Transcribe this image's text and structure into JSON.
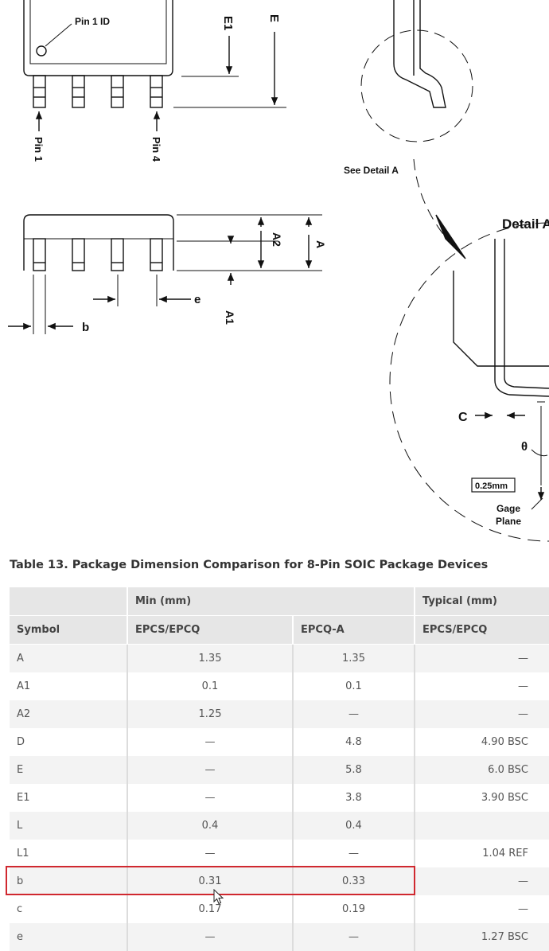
{
  "drawing": {
    "labels": {
      "pin1_id": "Pin 1 ID",
      "e1": "E1",
      "e": "E",
      "pin1": "Pin 1",
      "pin4": "Pin 4",
      "see_detail": "See Detail A",
      "detail": "Detail A",
      "a2": "A2",
      "a": "A",
      "a1": "A1",
      "e_small": "e",
      "b": "b",
      "c": "C",
      "theta": "θ",
      "gage_dim": "0.25mm",
      "gage1": "Gage",
      "gage2": "Plane"
    }
  },
  "table": {
    "title": "Table 13.  Package Dimension Comparison for 8-Pin SOIC Package Devices",
    "group_headers": {
      "min": "Min (mm)",
      "typical": "Typical (mm)"
    },
    "headers": {
      "symbol": "Symbol",
      "min_epcs": "EPCS/EPCQ",
      "min_epcqa": "EPCQ-A",
      "typ_epcs": "EPCS/EPCQ"
    },
    "rows": [
      {
        "symbol": "A",
        "min_epcs": "1.35",
        "min_epcqa": "1.35",
        "typ_epcs": "—"
      },
      {
        "symbol": "A1",
        "min_epcs": "0.1",
        "min_epcqa": "0.1",
        "typ_epcs": "—"
      },
      {
        "symbol": "A2",
        "min_epcs": "1.25",
        "min_epcqa": "—",
        "typ_epcs": "—"
      },
      {
        "symbol": "D",
        "min_epcs": "—",
        "min_epcqa": "4.8",
        "typ_epcs": "4.90 BSC"
      },
      {
        "symbol": "E",
        "min_epcs": "—",
        "min_epcqa": "5.8",
        "typ_epcs": "6.0 BSC"
      },
      {
        "symbol": "E1",
        "min_epcs": "—",
        "min_epcqa": "3.8",
        "typ_epcs": "3.90 BSC"
      },
      {
        "symbol": "L",
        "min_epcs": "0.4",
        "min_epcqa": "0.4",
        "typ_epcs": ""
      },
      {
        "symbol": "L1",
        "min_epcs": "—",
        "min_epcqa": "—",
        "typ_epcs": "1.04 REF"
      },
      {
        "symbol": "b",
        "min_epcs": "0.31",
        "min_epcqa": "0.33",
        "typ_epcs": "—"
      },
      {
        "symbol": "c",
        "min_epcs": "0.17",
        "min_epcqa": "0.19",
        "typ_epcs": "—"
      },
      {
        "symbol": "e",
        "min_epcs": "—",
        "min_epcqa": "—",
        "typ_epcs": "1.27 BSC"
      }
    ],
    "highlight_color": "#d0282f"
  }
}
